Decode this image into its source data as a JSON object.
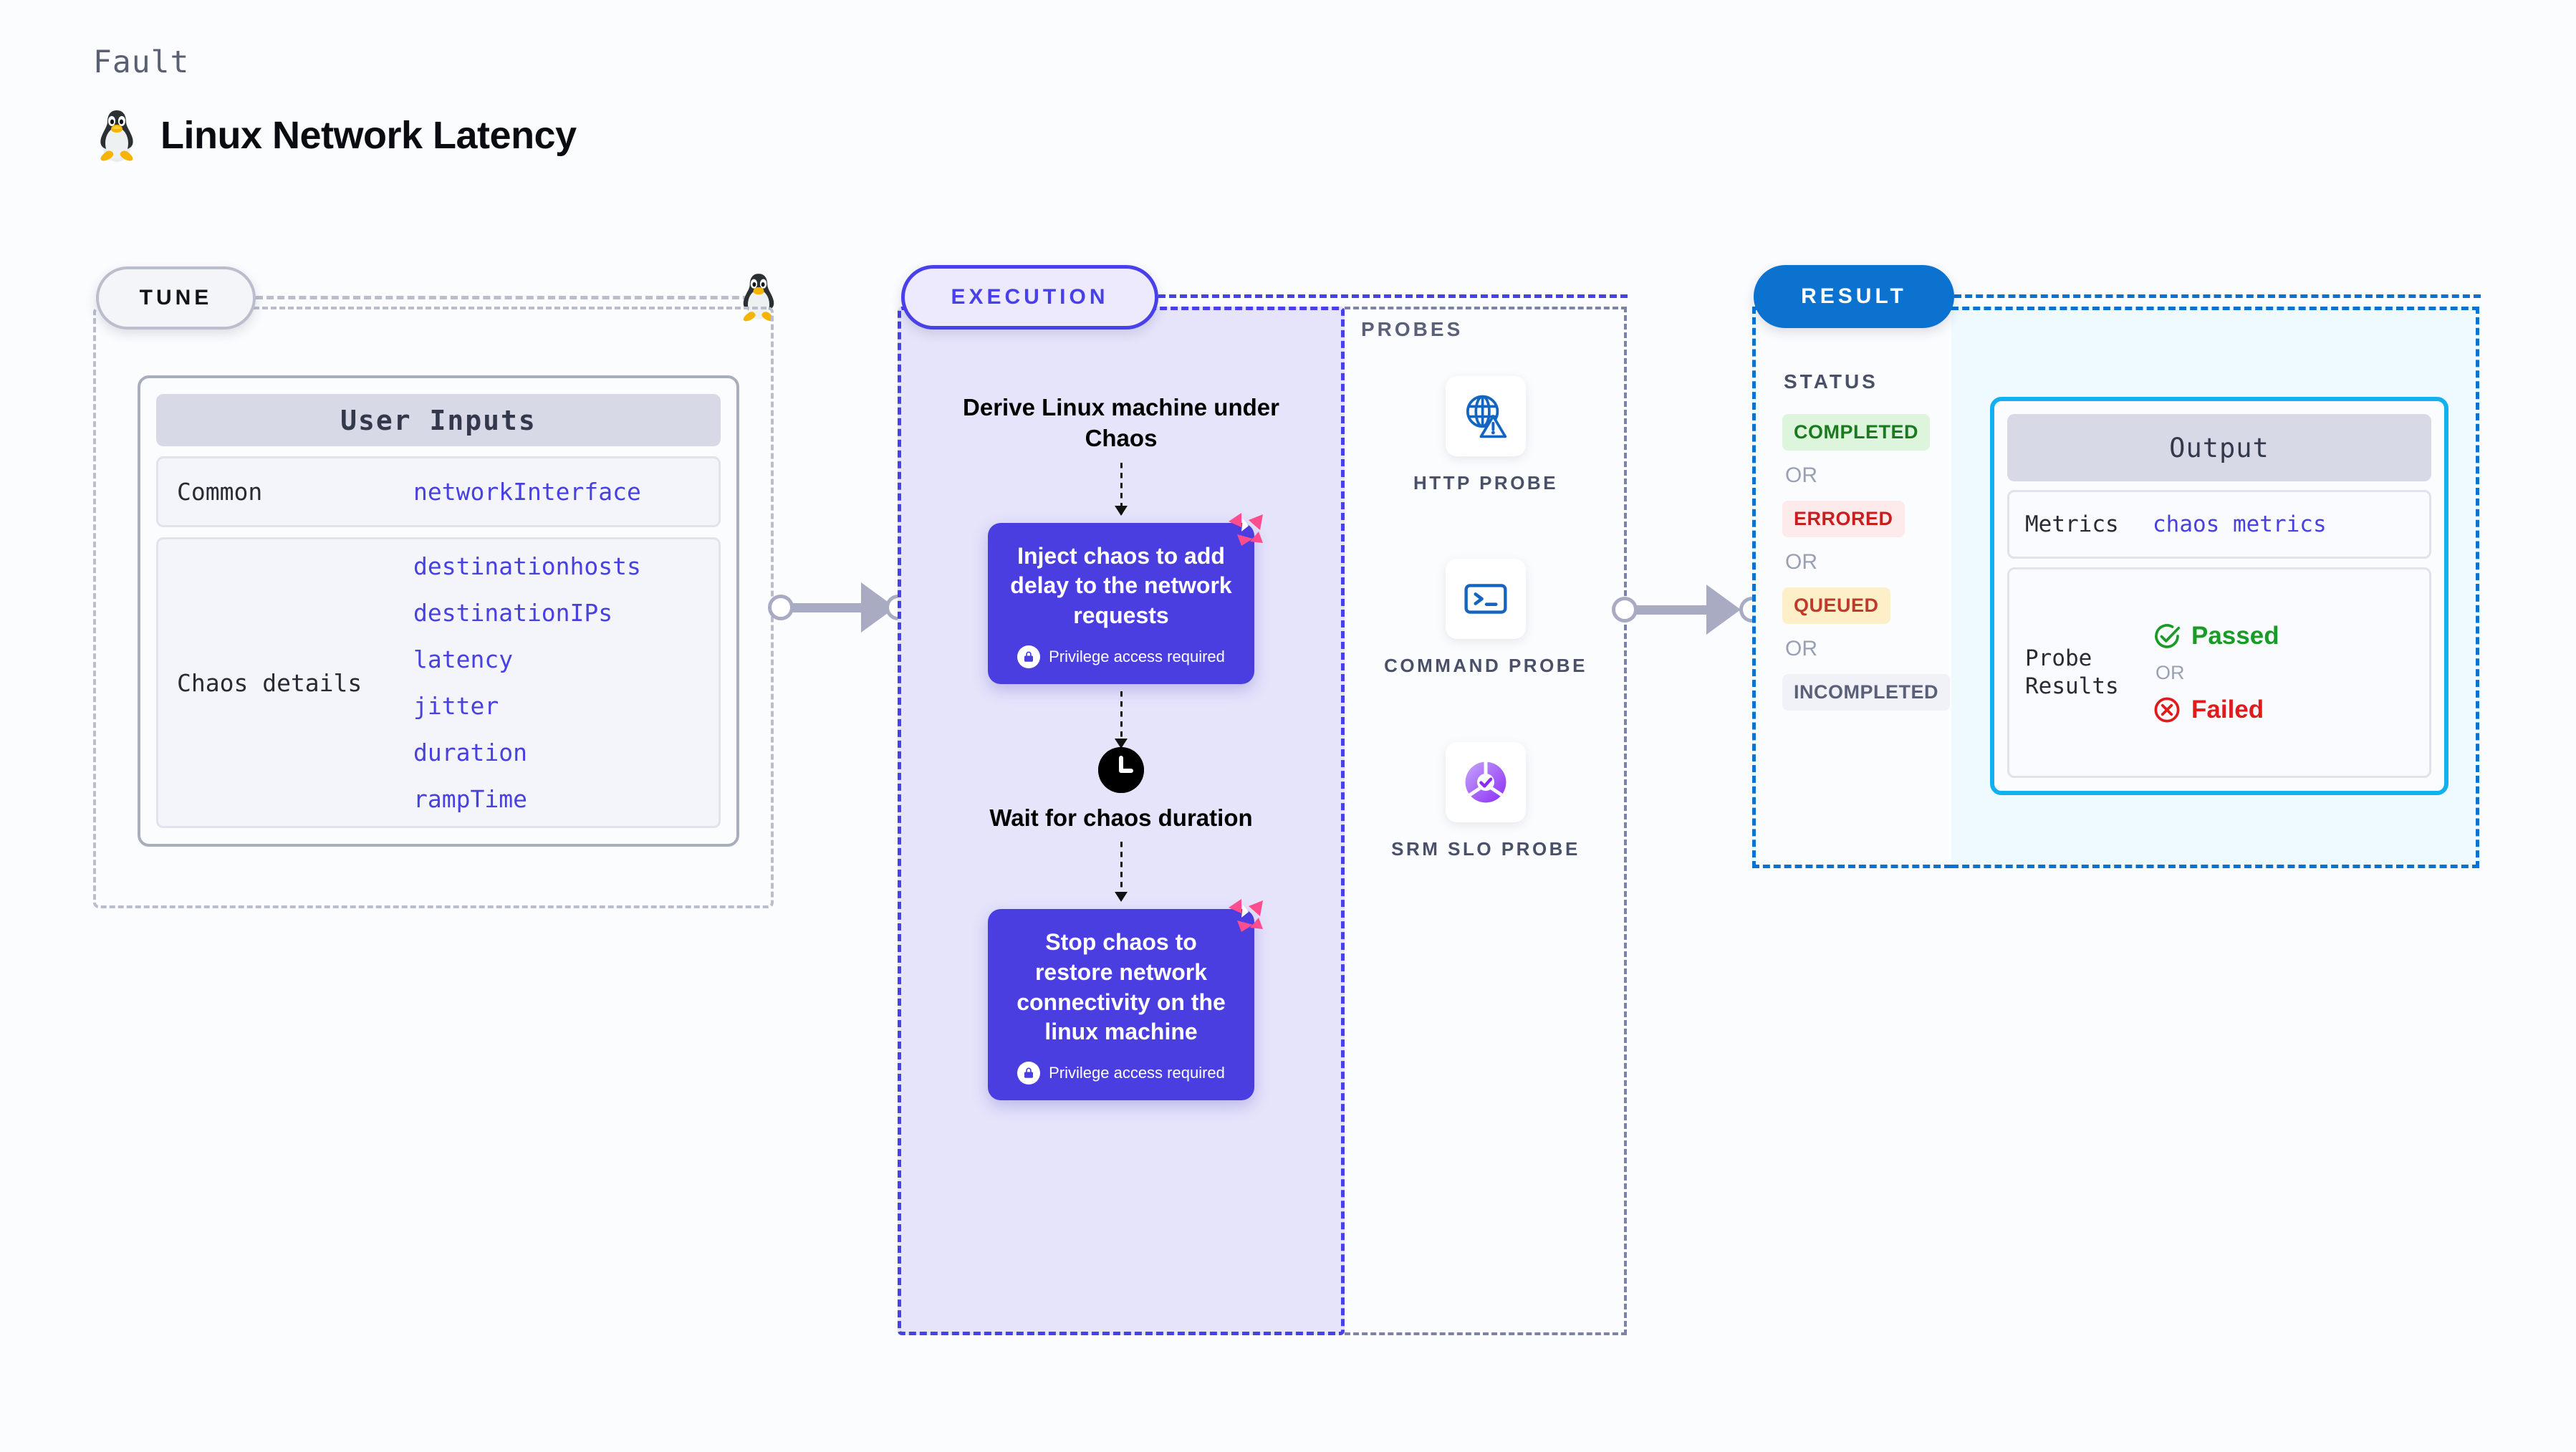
{
  "header": {
    "kicker": "Fault",
    "title": "Linux Network Latency",
    "icon": "linux-penguin-icon"
  },
  "tune": {
    "badge": "TUNE",
    "card_title": "User Inputs",
    "rows": [
      {
        "key": "Common",
        "values": [
          "networkInterface"
        ]
      },
      {
        "key": "Chaos details",
        "values": [
          "destinationhosts",
          "destinationIPs",
          "latency",
          "jitter",
          "duration",
          "rampTime"
        ]
      }
    ]
  },
  "execution": {
    "badge": "EXECUTION",
    "flow": [
      {
        "type": "title",
        "text": "Derive Linux machine under Chaos"
      },
      {
        "type": "step",
        "text": "Inject chaos to add delay to the network requests",
        "privilege_note": "Privilege access required",
        "badge_icon": "litmus-chaos-icon",
        "lock_icon": "lock-icon"
      },
      {
        "type": "wait",
        "icon": "clock-icon",
        "text": "Wait for chaos duration"
      },
      {
        "type": "step",
        "text": "Stop chaos to restore network connectivity on the linux machine",
        "privilege_note": "Privilege access required",
        "badge_icon": "litmus-chaos-icon",
        "lock_icon": "lock-icon"
      }
    ]
  },
  "probes": {
    "label": "PROBES",
    "items": [
      {
        "label": "HTTP PROBE",
        "icon": "globe-warning-icon"
      },
      {
        "label": "COMMAND PROBE",
        "icon": "terminal-icon"
      },
      {
        "label": "SRM SLO PROBE",
        "icon": "srm-slo-icon"
      }
    ]
  },
  "result": {
    "badge": "RESULT",
    "status_label": "STATUS",
    "or_text": "OR",
    "statuses": [
      {
        "label": "COMPLETED",
        "fg": "#1a7a20",
        "bg": "#ddf5dd"
      },
      {
        "label": "ERRORED",
        "fg": "#c81e1e",
        "bg": "#fdeaea"
      },
      {
        "label": "QUEUED",
        "fg": "#c0392b",
        "bg": "#fdf0c8"
      },
      {
        "label": "INCOMPLETED",
        "fg": "#5b6079",
        "bg": "#f1f2f7"
      }
    ]
  },
  "output": {
    "title": "Output",
    "metrics_key": "Metrics",
    "metrics_value": "chaos metrics",
    "probe_results_key": "Probe Results",
    "or_text": "OR",
    "passed_label": "Passed",
    "failed_label": "Failed",
    "passed_icon": "check-circle-icon",
    "failed_icon": "x-circle-icon"
  },
  "colors": {
    "execution_accent": "#4840e8",
    "execution_fill": "#e5e4fb",
    "result_accent": "#0b72d0",
    "output_accent": "#12b0ef",
    "step_box": "#4a3ee0",
    "litmus_pink": "#ff4d8d",
    "tune_border": "#b9bdcc",
    "value_text": "#4840e0"
  }
}
